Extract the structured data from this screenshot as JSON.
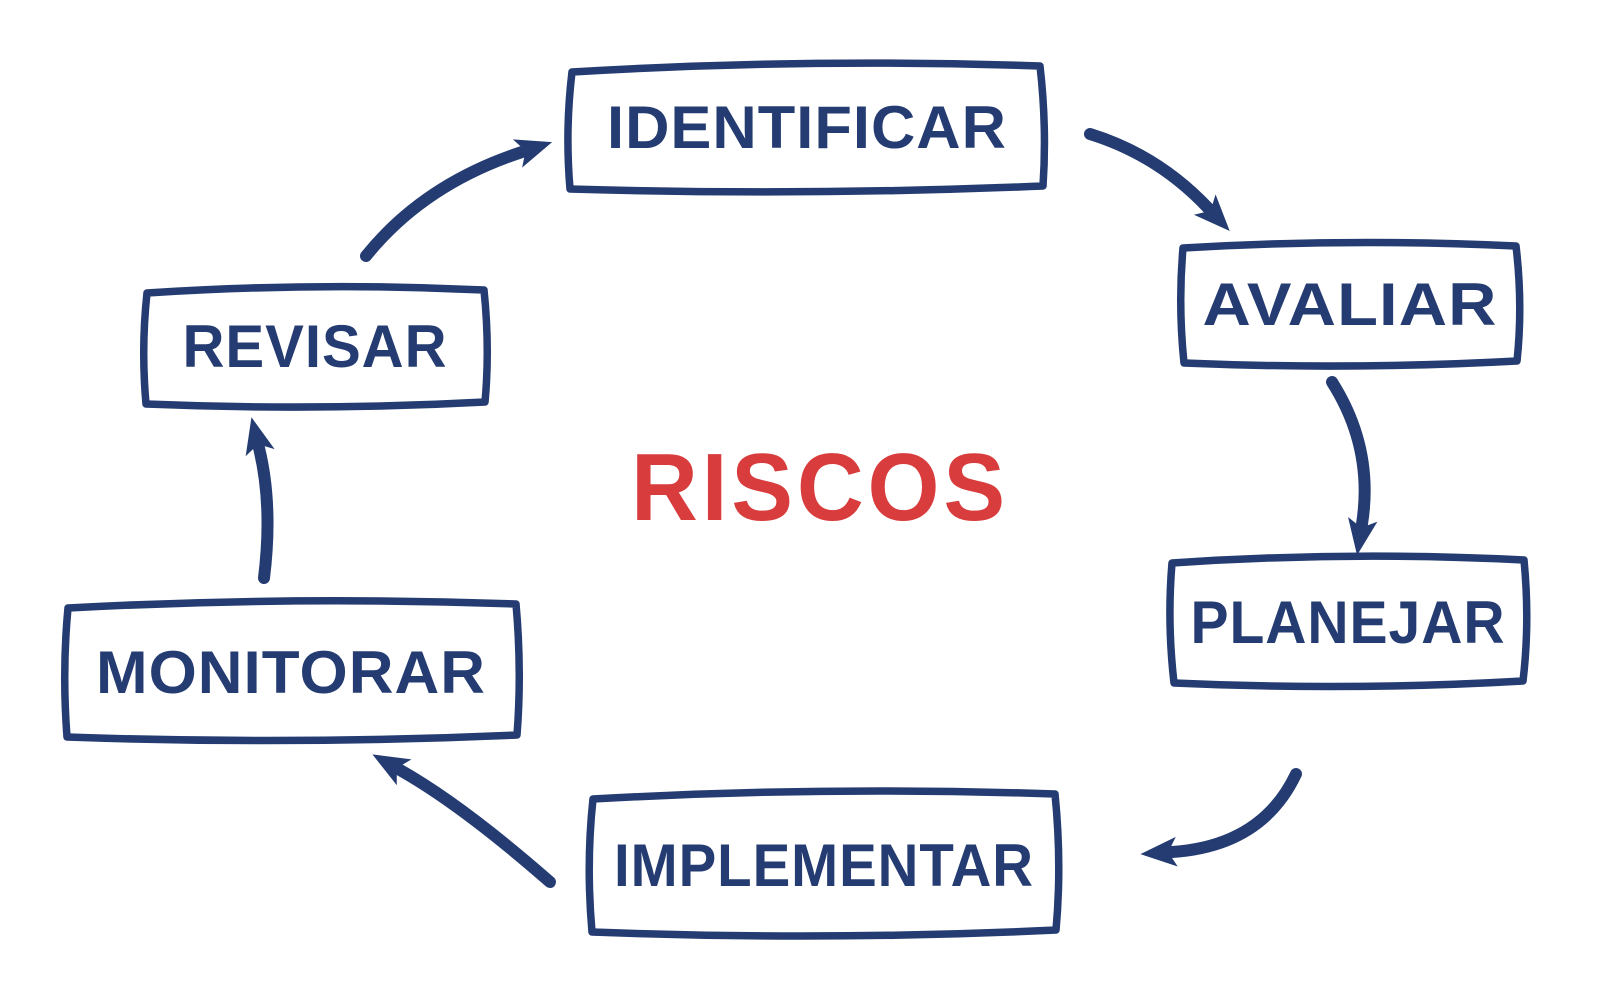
{
  "diagram": {
    "center_label": "RISCOS",
    "stages": [
      {
        "label": "IDENTIFICAR"
      },
      {
        "label": "AVALIAR"
      },
      {
        "label": "PLANEJAR"
      },
      {
        "label": "IMPLEMENTAR"
      },
      {
        "label": "MONITORAR"
      },
      {
        "label": "REVISAR"
      }
    ],
    "connections": [
      {
        "from": "IDENTIFICAR",
        "to": "AVALIAR"
      },
      {
        "from": "AVALIAR",
        "to": "PLANEJAR"
      },
      {
        "from": "PLANEJAR",
        "to": "IMPLEMENTAR"
      },
      {
        "from": "IMPLEMENTAR",
        "to": "MONITORAR"
      },
      {
        "from": "MONITORAR",
        "to": "REVISAR"
      },
      {
        "from": "REVISAR",
        "to": "IDENTIFICAR"
      }
    ],
    "colors": {
      "stage": "#253c72",
      "center": "#d83c3c",
      "background": "#ffffff"
    }
  }
}
